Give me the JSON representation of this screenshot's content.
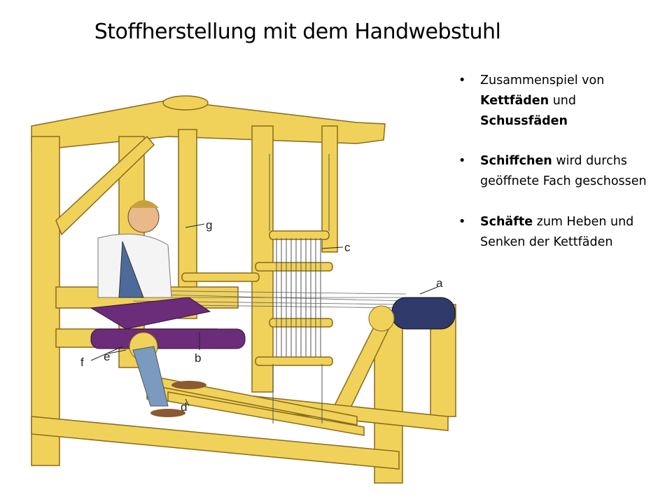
{
  "slide": {
    "title": "Stoffherstellung mit dem Handwebstuhl",
    "bullets": [
      {
        "parts": [
          {
            "text": "Zusammenspiel von ",
            "bold": false
          },
          {
            "text": "Kettfäden",
            "bold": true
          },
          {
            "text": " und ",
            "bold": false
          },
          {
            "text": "Schussfäden",
            "bold": true
          }
        ]
      },
      {
        "parts": [
          {
            "text": "Schiffchen",
            "bold": true
          },
          {
            "text": " wird durchs geöffnete Fach geschossen",
            "bold": false
          }
        ]
      },
      {
        "parts": [
          {
            "text": "Schäfte",
            "bold": true
          },
          {
            "text": " zum Heben und Senken der Kettfäden",
            "bold": false
          }
        ]
      }
    ]
  },
  "figure": {
    "labels": {
      "a": "a",
      "b": "b",
      "c": "c",
      "d": "d",
      "e": "e",
      "f": "f",
      "g": "g"
    },
    "colors": {
      "wood": "#f0d25a",
      "wood_dark": "#c9a43a",
      "cloth": "#6b2c7a",
      "warp_roll": "#2f3a6b"
    }
  }
}
